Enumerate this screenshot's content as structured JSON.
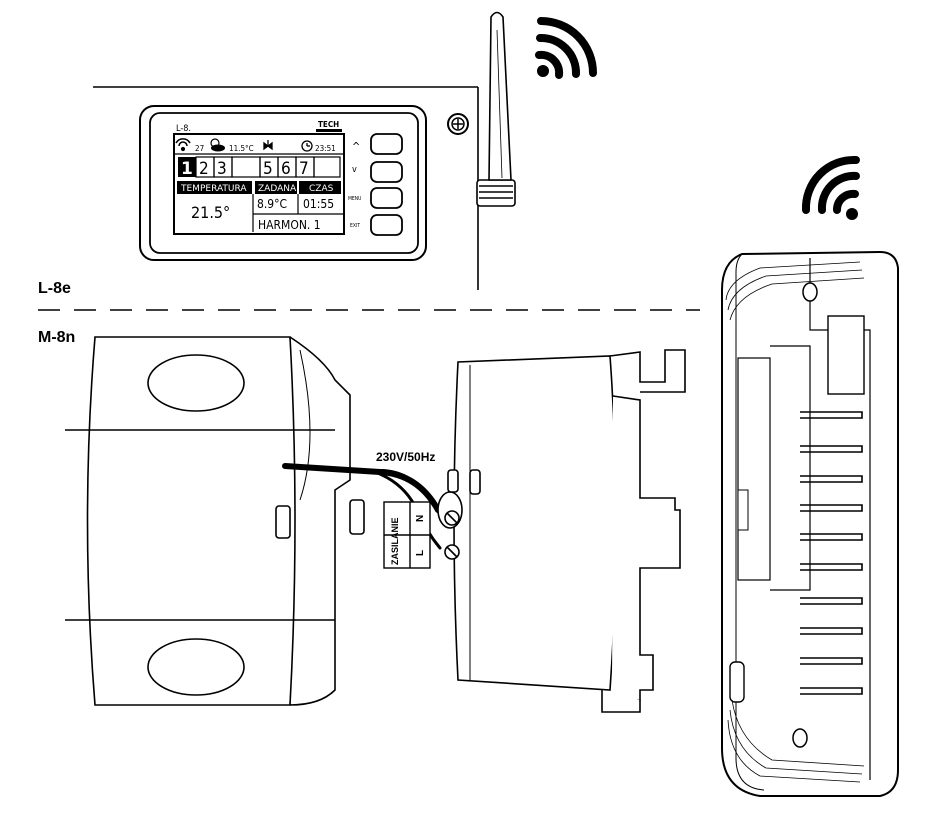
{
  "section_labels": {
    "top": "L-8e",
    "bottom": "M-8n"
  },
  "voltage_label": "230V/50Hz",
  "terminal": {
    "caption": "ZASILANIE",
    "n": "N",
    "l": "L"
  },
  "controller": {
    "model": "L-8.",
    "brand": "TECH",
    "status_bar": {
      "signal": "27",
      "outside_temp": "11.5°C",
      "clock": "23:51"
    },
    "zones": [
      "1",
      "2",
      "3",
      "5",
      "6",
      "7"
    ],
    "headers": {
      "temperature": "TEMPERATURA",
      "set": "ZADANA",
      "time": "CZAS"
    },
    "values": {
      "temperature": "21.5°",
      "set": "8.9°C",
      "time": "01:55",
      "schedule": "HARMON. 1"
    },
    "buttons": {
      "up": "^",
      "down": "v",
      "menu": "MENU",
      "exit": "EXIT"
    }
  },
  "icons": [
    "wifi-icon",
    "weather-icon",
    "valve-icon",
    "clock-icon",
    "wireless-signal-icon"
  ]
}
